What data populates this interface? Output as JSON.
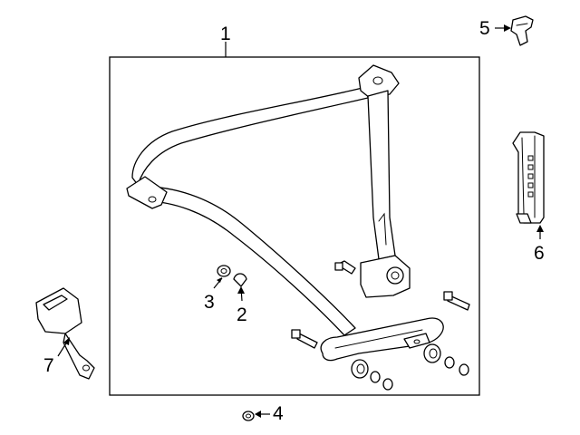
{
  "diagram": {
    "callouts": [
      {
        "id": "1",
        "label": "1",
        "part": "seat-belt-retractor-assembly"
      },
      {
        "id": "2",
        "label": "2",
        "part": "cap"
      },
      {
        "id": "3",
        "label": "3",
        "part": "nut"
      },
      {
        "id": "4",
        "label": "4",
        "part": "plug"
      },
      {
        "id": "5",
        "label": "5",
        "part": "clip"
      },
      {
        "id": "6",
        "label": "6",
        "part": "height-adjuster"
      },
      {
        "id": "7",
        "label": "7",
        "part": "buckle-assembly"
      }
    ]
  }
}
